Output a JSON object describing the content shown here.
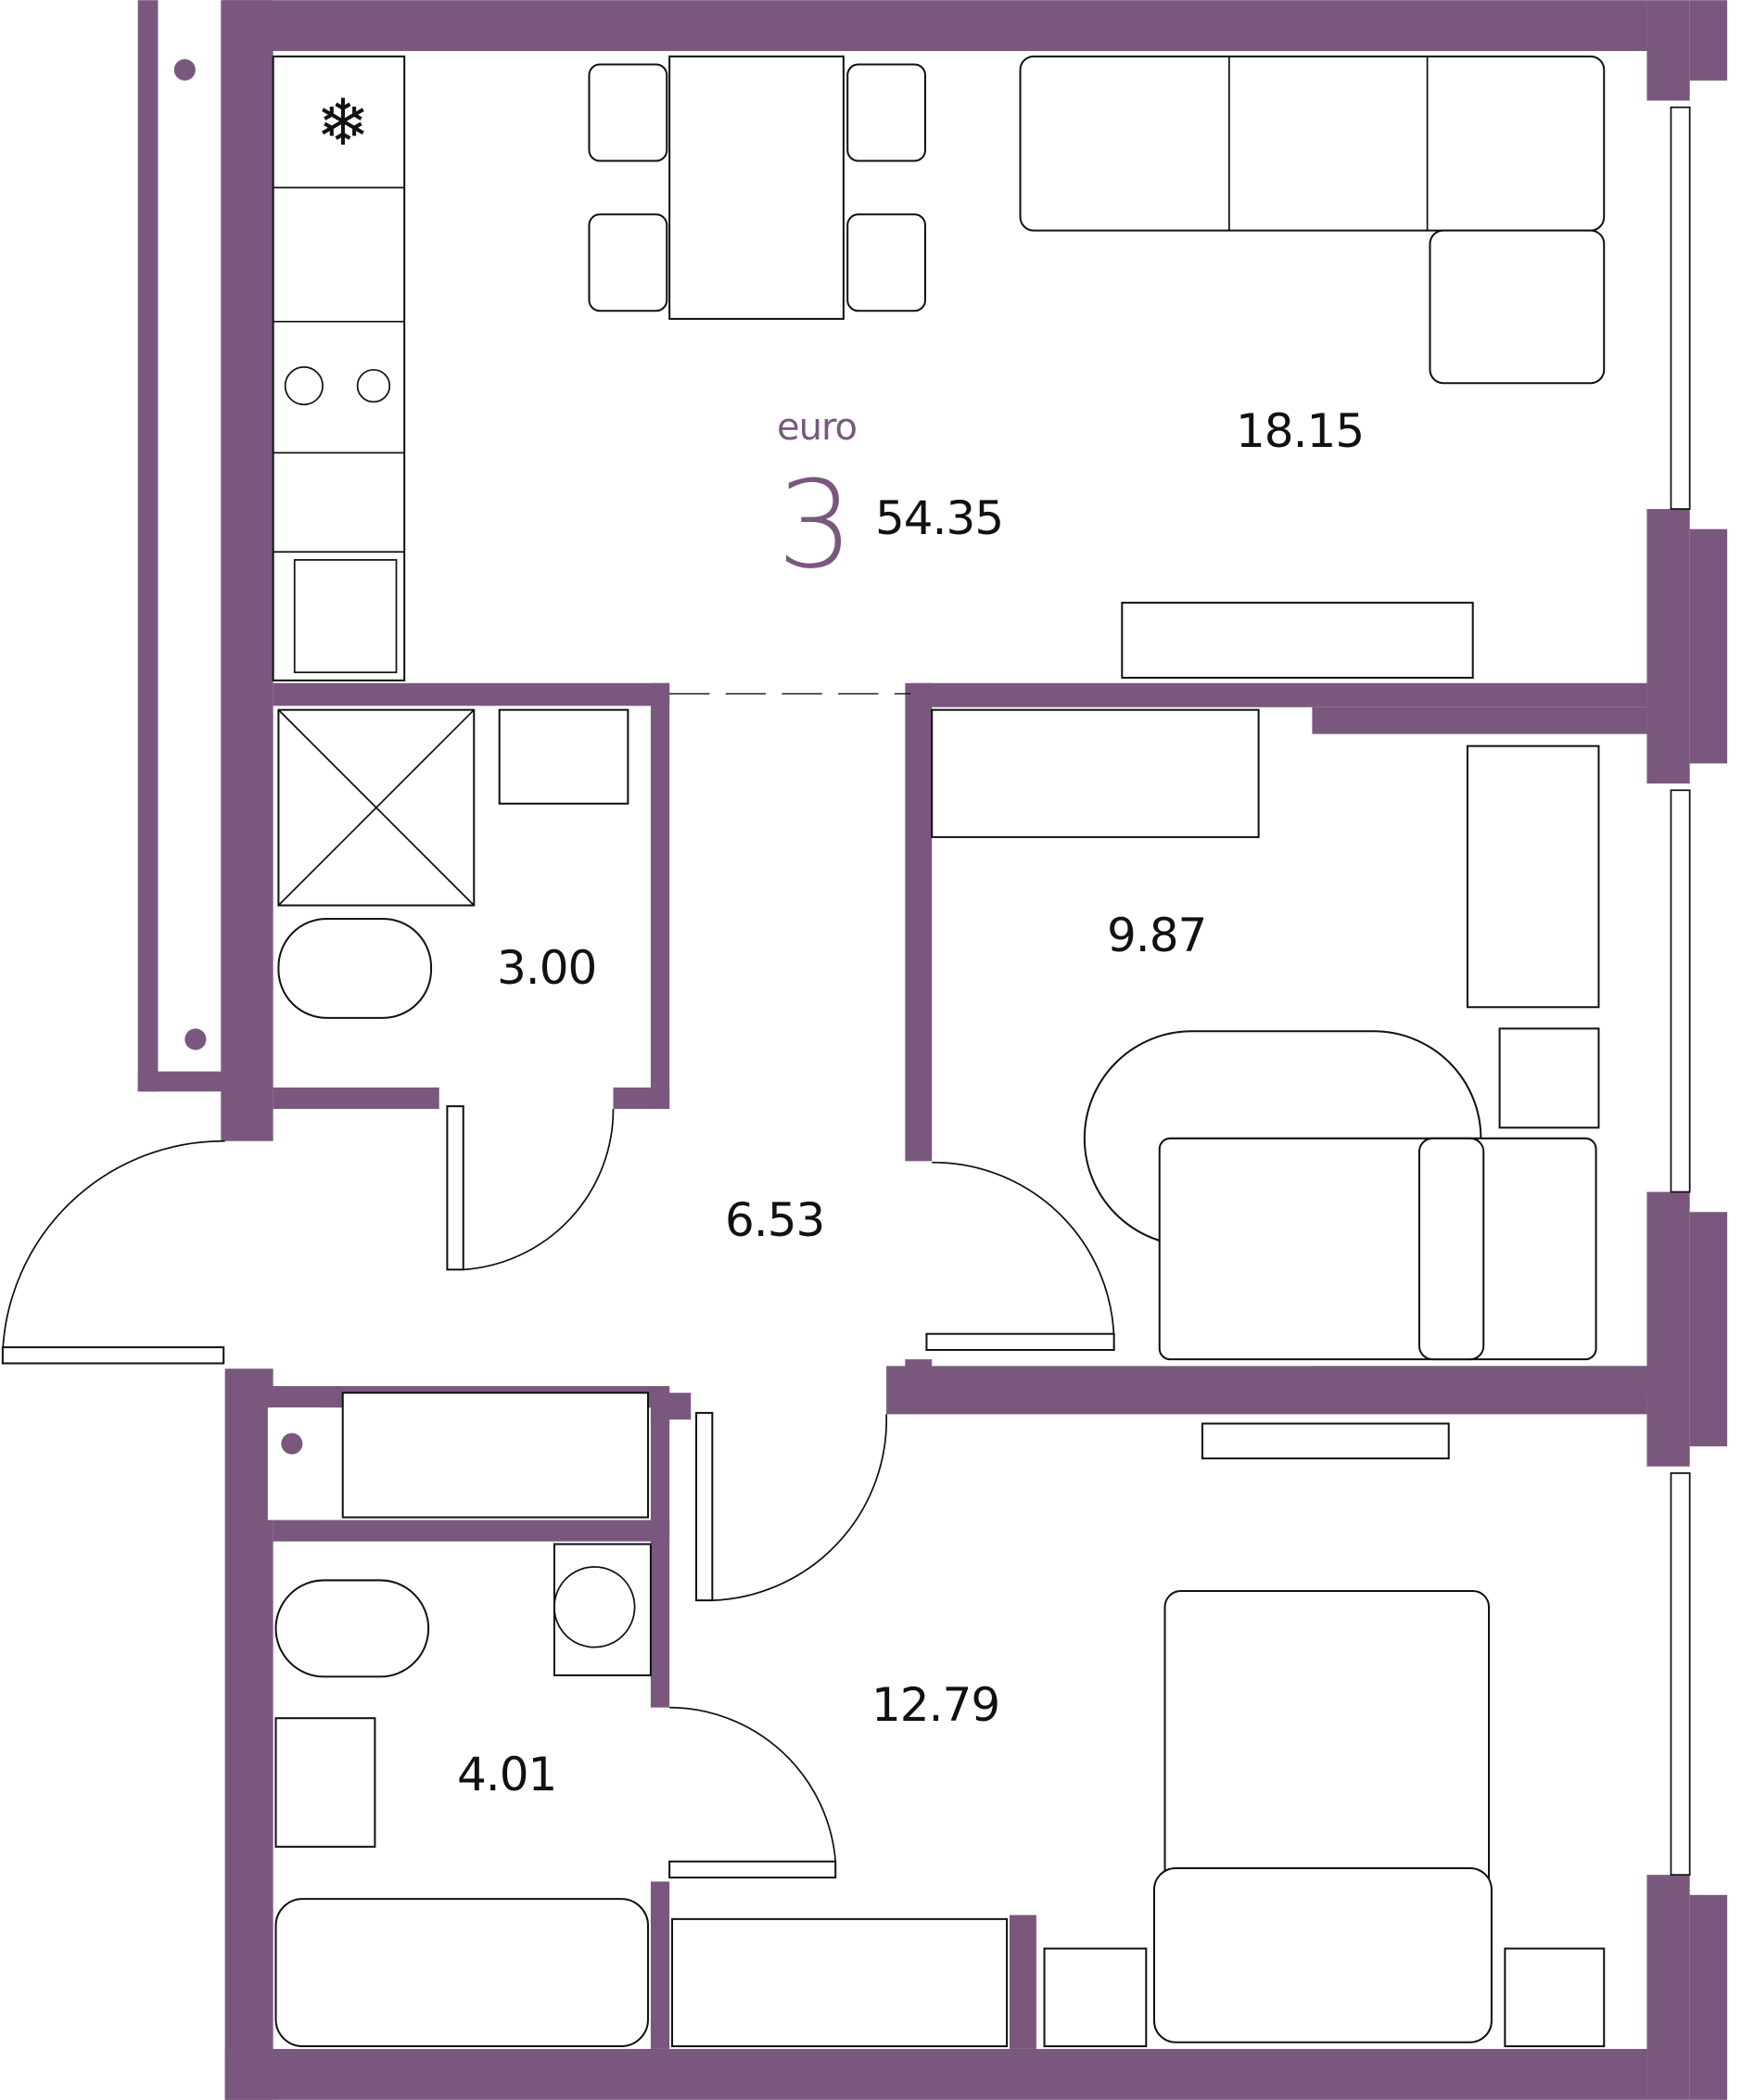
{
  "apartment": {
    "type_label": "euro",
    "rooms": "3",
    "total_area": "54.35"
  },
  "rooms": {
    "living_kitchen": "18.15",
    "bathroom_small": "3.00",
    "bedroom_office": "9.87",
    "hallway": "6.53",
    "bedroom_main": "12.79",
    "bathroom_large": "4.01"
  },
  "colors": {
    "wall": "#7a587e",
    "text": "#111111"
  }
}
